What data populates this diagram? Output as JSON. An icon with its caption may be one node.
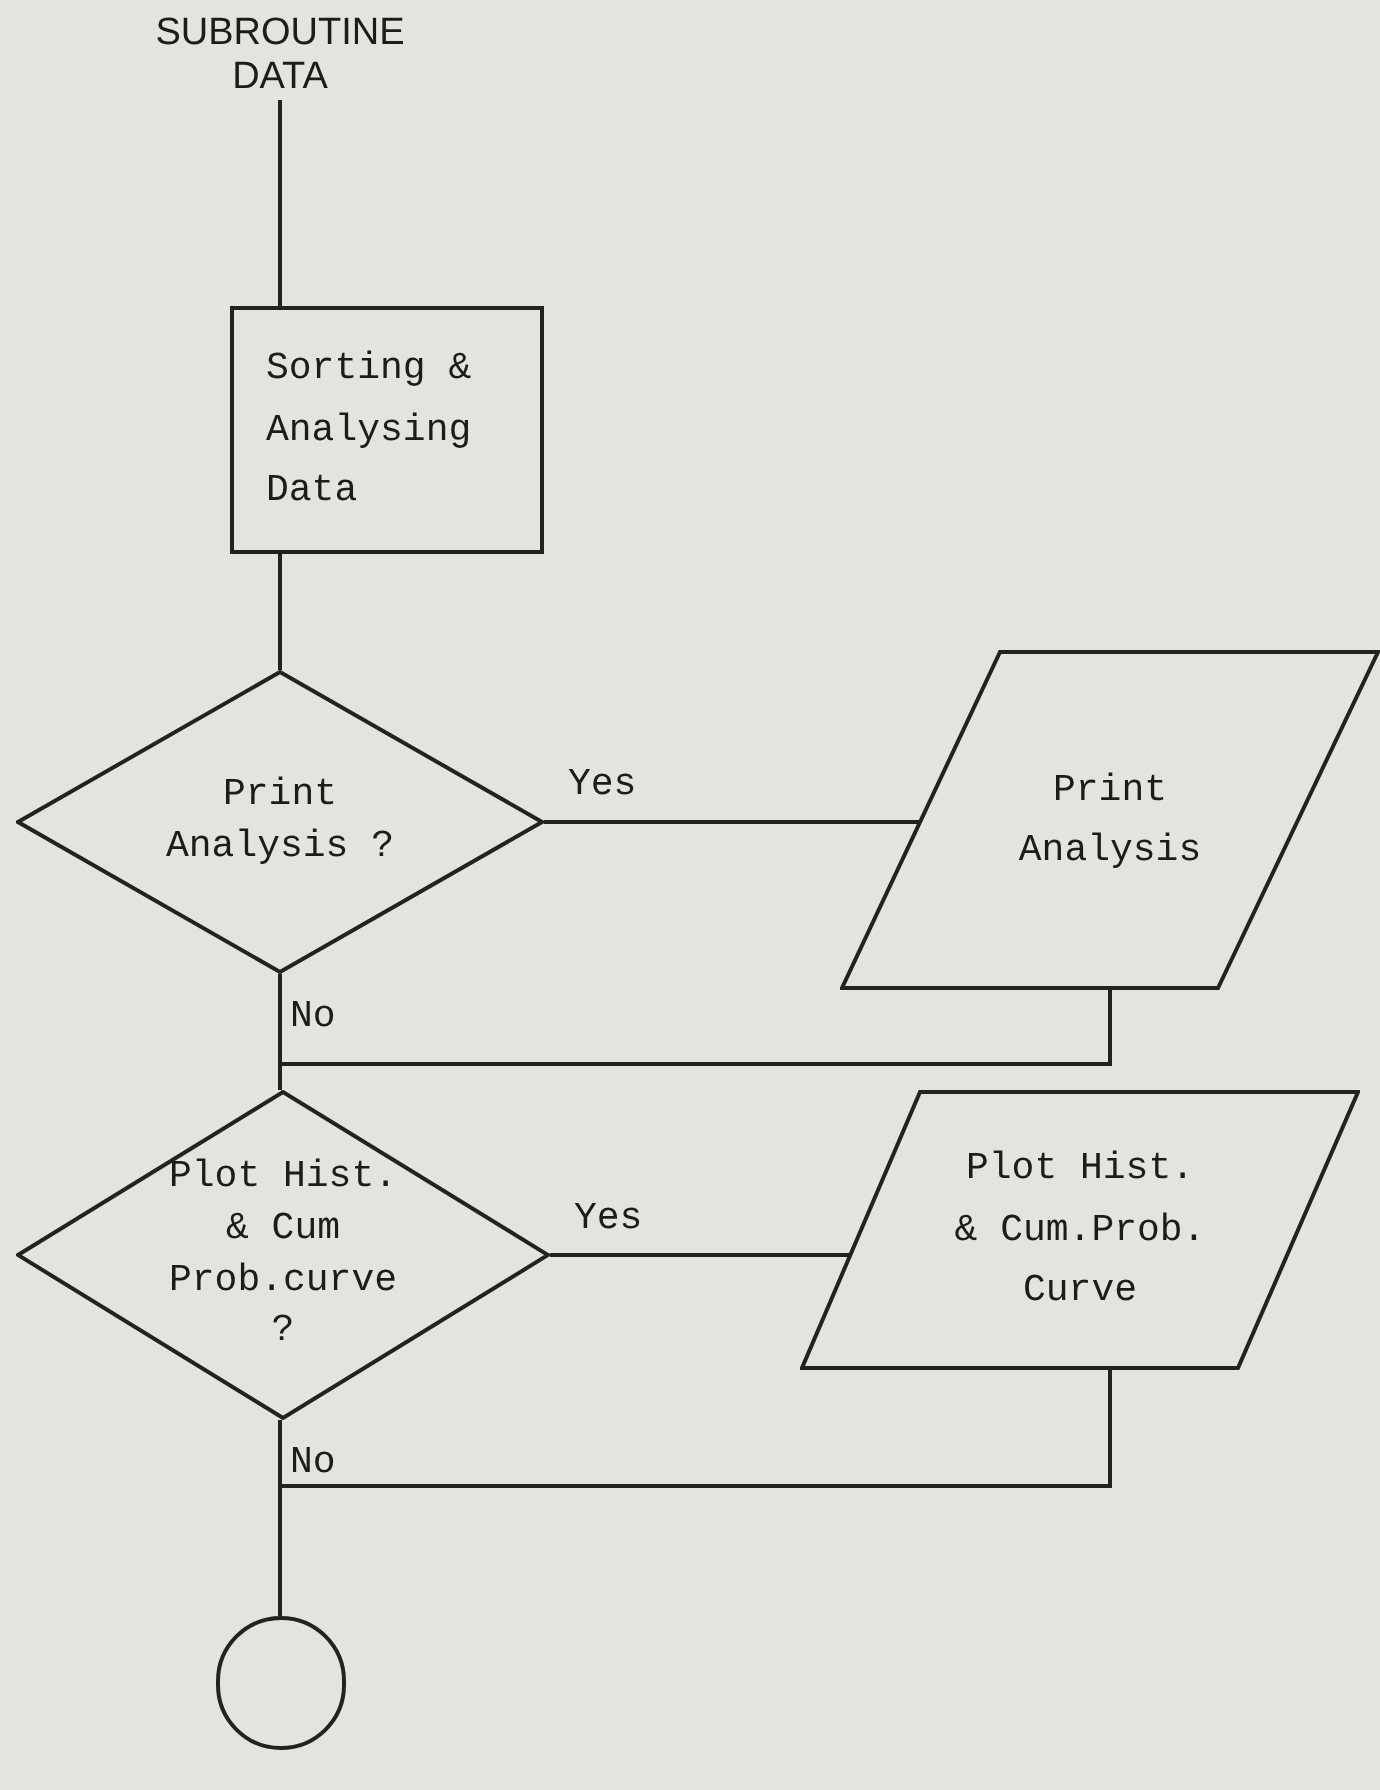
{
  "diagram": {
    "nodes": [
      {
        "text": [
          "SUBROUTINE DATA"
        ]
      },
      {
        "text": [
          "Sorting & Analysing Data"
        ]
      },
      {
        "text": [
          "Print Analysis ?"
        ]
      },
      {
        "text": [
          "Print Analysis"
        ]
      },
      {
        "text": [
          "Plot Hist. & Cum Prob.curve ?"
        ]
      },
      {
        "text": [
          "Plot Hist. & Cum.Prob. Curve"
        ]
      },
      {
        "text": [],
        "shape": "circle"
      }
    ],
    "edges": [
      {
        "from": 0,
        "to": 1,
        "arrow": "none"
      },
      {
        "from": 1,
        "to": 2,
        "arrow": "none"
      },
      {
        "from": 2,
        "to": 3,
        "arrow": "none",
        "label": "Yes"
      },
      {
        "from": 2,
        "to": 4,
        "arrow": "none",
        "label": "No"
      },
      {
        "from": 3,
        "to": 4,
        "arrow": "none"
      },
      {
        "from": 4,
        "to": 5,
        "arrow": "none",
        "label": "Yes"
      },
      {
        "from": 4,
        "to": 6,
        "arrow": "none",
        "label": "No"
      },
      {
        "from": 5,
        "to": 6,
        "arrow": "none"
      }
    ]
  }
}
